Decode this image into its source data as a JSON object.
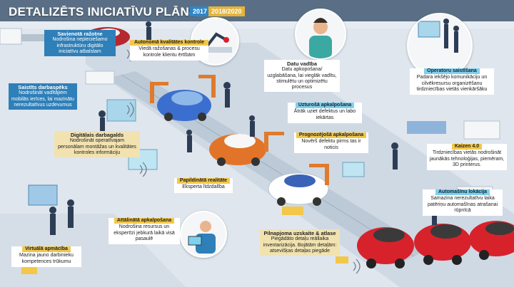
{
  "header": {
    "title": "DETALIZĒTS INICIATĪVU PLĀNS",
    "year_a": "2017",
    "year_b": "2018/2020",
    "year_a_color": "#2f86c8",
    "year_b_color": "#e6b43a"
  },
  "boxes": [
    {
      "key": "savienota",
      "title": "Savienotā ražotne",
      "body": "Nodrošina nepieciešamo infrastruktūru digitālo iniciatīvu atbalstam"
    },
    {
      "key": "autonoma",
      "title": "Autonomā kvalitātes kontrole",
      "body": "Viedā ražošanas & procesu kontrole klientu ērtībām"
    },
    {
      "key": "datu",
      "title": "Datu vadība",
      "body": "Datu apkopošana/ uzglabāšana, lai vieglāk vadītu, stimulētu un optimizētu procesus"
    },
    {
      "key": "operatoru",
      "title": "Operatoru saistīšana",
      "body": "Padara iekšējo komunikāciju un cilvēkresursu organizēšanu tirdzniecības vietās vienkāršāku"
    },
    {
      "key": "saistits",
      "title": "Saistīts darbaspēks",
      "body": "Nodrošināt vadītājiem mobilās ierīces, lai mazinātu nerezultatīvus uzdevumus"
    },
    {
      "key": "uzturosa",
      "title": "Uzturošā apkalpošana",
      "body": "Ātrāk uziet defektus un labo iekārtas"
    },
    {
      "key": "digitalais",
      "title": "Digitālais darbagalds",
      "body": "Nodrošināt operatīvajam personālam montāžas un kvalitātes kontroles informāciju"
    },
    {
      "key": "prognozejosa",
      "title": "Prognozējošā apkalpošana",
      "body": "Novērš defektu pirms tas ir noticis"
    },
    {
      "key": "kaizen",
      "title": "Kaizen 4.0",
      "body": "Tirdzniecības vietās nodrošināt jaunākās tehnoloģijas, piemēram, 3D printerus."
    },
    {
      "key": "papildinata",
      "title": "Papildinātā realitāte",
      "body": "Eksperta līdzdalība"
    },
    {
      "key": "automasinu",
      "title": "Automašīnu lokācija",
      "body": "Samazina nerezultatīvu laika patēriņu automašīnas atrašanai rūpnīcā"
    },
    {
      "key": "attalinata",
      "title": "Attālinātā apkalpošana",
      "body": "Nodrošina resursus un ekspertīzi jebkurā laikā visā pasaulē"
    },
    {
      "key": "pilnapjoma",
      "title": "Pilnapjoma uzskaite & atlase",
      "body": "Piegādāto detaļu reāllaika inventarizācija. Bojātām detaļām: atsevišķas detaļas piegāde"
    },
    {
      "key": "virtuala",
      "title": "Virtuālā apmācība",
      "body": "Mazina jauno darbinieku kompetences trūkumu"
    }
  ]
}
